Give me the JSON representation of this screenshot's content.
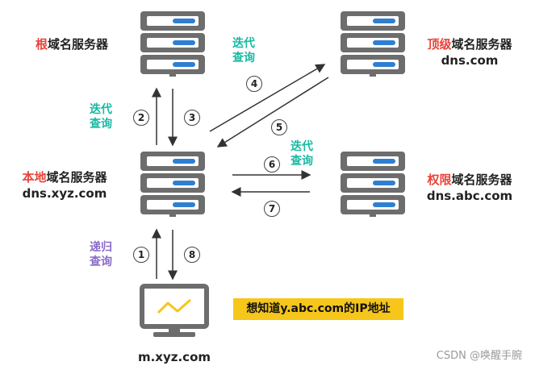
{
  "servers": {
    "root": {
      "highlight": "根",
      "rest": "域名服务器"
    },
    "tld": {
      "highlight": "顶级",
      "rest": "域名服务器",
      "host": "dns.com"
    },
    "local": {
      "highlight": "本地",
      "rest": "域名服务器",
      "host": "dns.xyz.com"
    },
    "authoritative": {
      "highlight": "权限",
      "rest": "域名服务器",
      "host": "dns.abc.com"
    }
  },
  "client": {
    "host": "m.xyz.com"
  },
  "query_labels": {
    "iterative": [
      "迭代",
      "查询"
    ],
    "recursive": [
      "递归",
      "查询"
    ]
  },
  "steps": [
    "1",
    "2",
    "3",
    "4",
    "5",
    "6",
    "7",
    "8"
  ],
  "note": "想知道y.abc.com的IP地址",
  "watermark": "CSDN @唤醒手腕",
  "colors": {
    "highlight": "#e8433a",
    "iterative": "#19b9a4",
    "recursive": "#8a6cc8",
    "server": "#6d6d6d",
    "bar": "#2f7fd1",
    "note_bg": "#f6c61a"
  }
}
